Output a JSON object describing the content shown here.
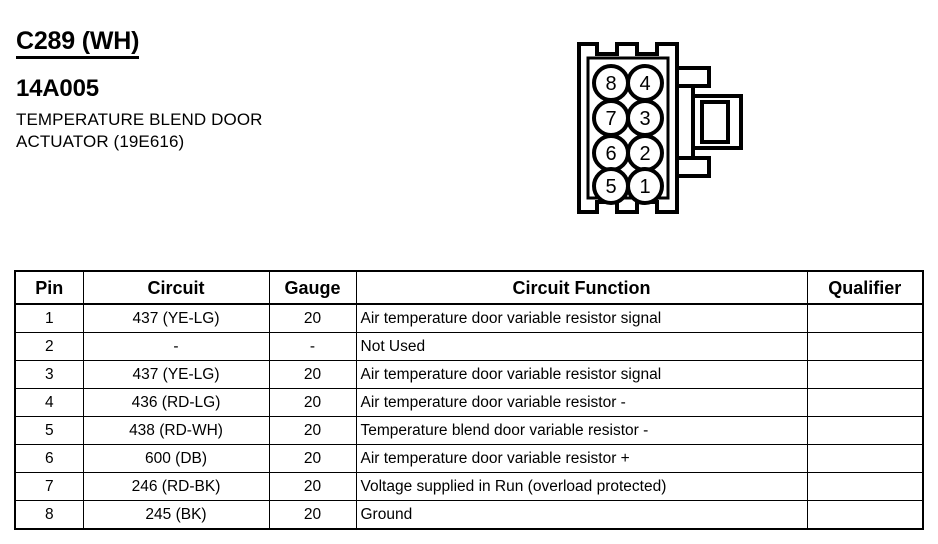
{
  "header": {
    "connector_id": "C289 (WH)",
    "part_number": "14A005",
    "description_line1": "TEMPERATURE BLEND DOOR",
    "description_line2": "ACTUATOR (19E616)"
  },
  "connector": {
    "pin_labels_left_column": [
      "8",
      "7",
      "6",
      "5"
    ],
    "pin_labels_right_column": [
      "4",
      "3",
      "2",
      "1"
    ],
    "pins": [
      "8",
      "4",
      "7",
      "3",
      "6",
      "2",
      "5",
      "1"
    ],
    "stroke_color": "#000000",
    "fill_color": "#ffffff"
  },
  "table": {
    "columns": [
      "Pin",
      "Circuit",
      "Gauge",
      "Circuit Function",
      "Qualifier"
    ],
    "rows": [
      {
        "pin": "1",
        "circuit": "437 (YE-LG)",
        "gauge": "20",
        "function": "Air temperature door variable resistor signal",
        "qualifier": ""
      },
      {
        "pin": "2",
        "circuit": "-",
        "gauge": "-",
        "function": "Not Used",
        "qualifier": ""
      },
      {
        "pin": "3",
        "circuit": "437 (YE-LG)",
        "gauge": "20",
        "function": "Air temperature door variable resistor signal",
        "qualifier": ""
      },
      {
        "pin": "4",
        "circuit": "436 (RD-LG)",
        "gauge": "20",
        "function": "Air temperature door variable resistor -",
        "qualifier": ""
      },
      {
        "pin": "5",
        "circuit": "438 (RD-WH)",
        "gauge": "20",
        "function": "Temperature blend door variable resistor -",
        "qualifier": ""
      },
      {
        "pin": "6",
        "circuit": "600 (DB)",
        "gauge": "20",
        "function": "Air temperature door variable resistor +",
        "qualifier": ""
      },
      {
        "pin": "7",
        "circuit": "246 (RD-BK)",
        "gauge": "20",
        "function": "Voltage supplied in Run (overload protected)",
        "qualifier": ""
      },
      {
        "pin": "8",
        "circuit": "245 (BK)",
        "gauge": "20",
        "function": "Ground",
        "qualifier": ""
      }
    ]
  }
}
